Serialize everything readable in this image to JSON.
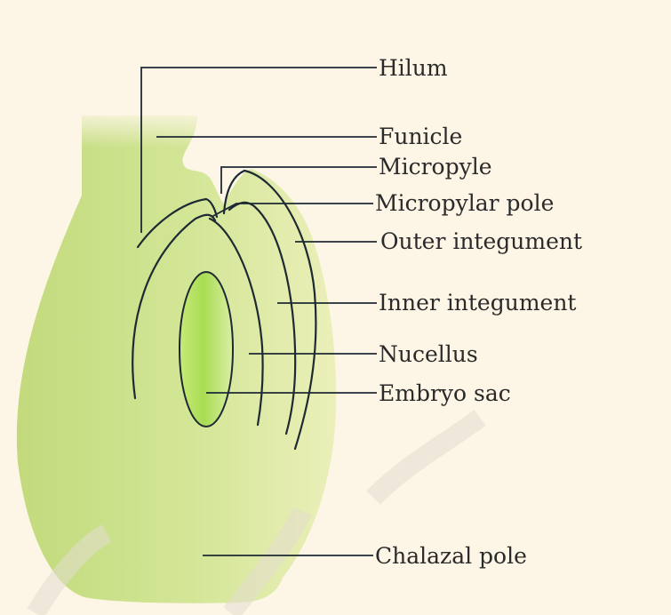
{
  "labels": {
    "hilum": "Hilum",
    "funicle": "Funicle",
    "micropyle": "Micropyle",
    "micropylar_pole": "Micropylar pole",
    "outer_integument": "Outer integument",
    "inner_integument": "Inner integument",
    "nucellus": "Nucellus",
    "embryo_sac": "Embryo sac",
    "chalazal_pole": "Chalazal pole"
  },
  "colors": {
    "background": "#fdf6e6",
    "ovule_fill": "#c9df8a",
    "embryo_sac_fill": "#b2df5a",
    "line": "#1e2a33"
  }
}
